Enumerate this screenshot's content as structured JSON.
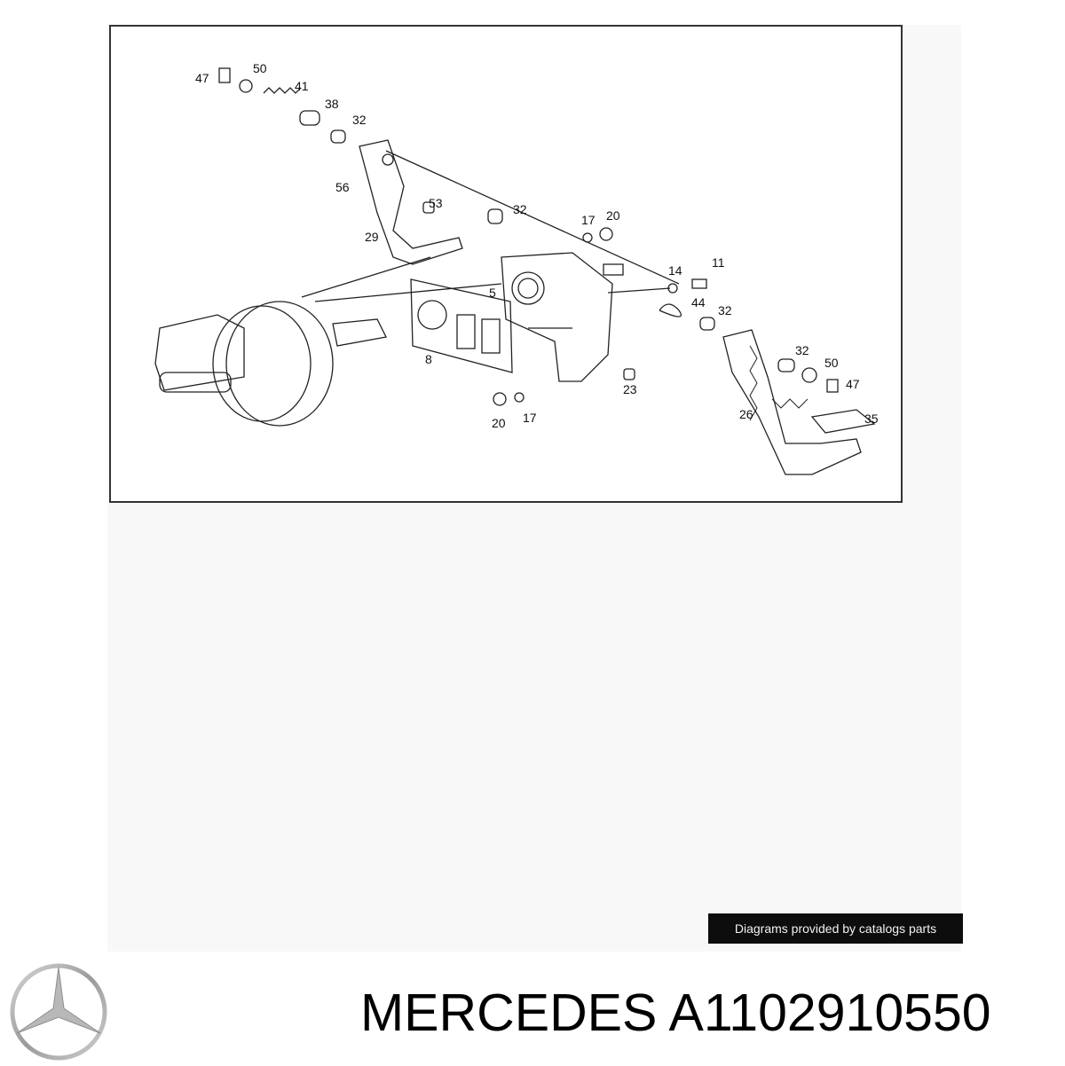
{
  "diagram": {
    "callouts": [
      "47",
      "50",
      "41",
      "38",
      "32",
      "56",
      "53",
      "32",
      "17",
      "20",
      "29",
      "14",
      "11",
      "5",
      "44",
      "32",
      "8",
      "32",
      "50",
      "47",
      "26",
      "35",
      "23",
      "20",
      "17"
    ]
  },
  "credit": {
    "text": "Diagrams provided by catalogs parts"
  },
  "title": {
    "text": "MERCEDES A1102910550"
  },
  "logo": {
    "icon": "mercedes-star-icon"
  }
}
